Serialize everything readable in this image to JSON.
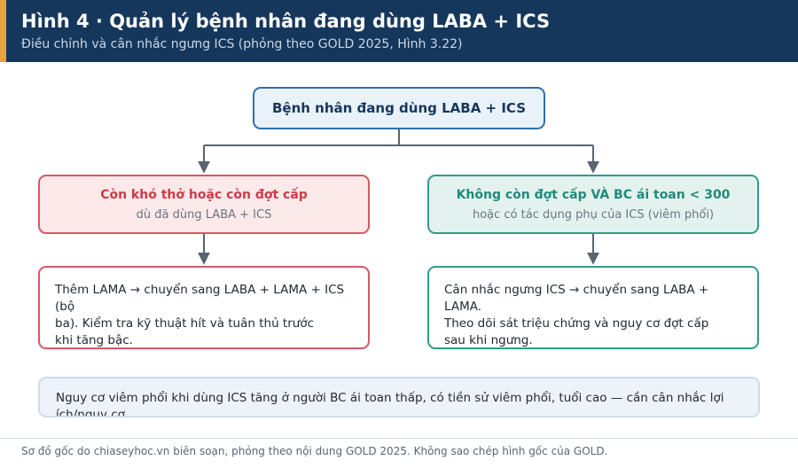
{
  "header": {
    "title": "Hình 4 · Quản lý bệnh nhân đang dùng LABA + ICS",
    "subtitle": "Điều chỉnh và cân nhắc ngưng ICS (phỏng theo GOLD 2025, Hình 3.22)"
  },
  "flow": {
    "root": "Bệnh nhân đang dùng LABA + ICS",
    "left": {
      "condition_title": "Còn khó thở hoặc còn đợt cấp",
      "condition_sub": "dù đã dùng LABA + ICS",
      "action": [
        "Thêm LAMA → chuyển sang LABA + LAMA + ICS (bộ",
        "ba). Kiểm tra kỹ thuật hít và tuân thủ trước",
        "khi tăng bậc."
      ]
    },
    "right": {
      "condition_title": "Không còn đợt cấp VÀ BC ái toan < 300",
      "condition_sub": "hoặc có tác dụng phụ của ICS (viêm phổi)",
      "action": [
        "Cân nhắc ngưng ICS → chuyển sang LABA + LAMA.",
        "Theo dõi sát triệu chứng và nguy cơ đợt cấp",
        "sau khi ngưng."
      ]
    }
  },
  "note": "Nguy cơ viêm phổi khi dùng ICS tăng ở người BC ái toan thấp, có tiền sử viêm phổi, tuổi cao — cần cân nhắc lợi ích/nguy cơ.",
  "footer": "Sơ đồ gốc do chiaseyhoc.vn biên soạn, phỏng theo nội dung GOLD 2025. Không sao chép hình gốc của GOLD.",
  "colors": {
    "header_bg": "#16375c",
    "accent": "#e8a33d",
    "left_branch": "#d35a64",
    "right_branch": "#2f9c8c",
    "connector": "#5a6470"
  }
}
